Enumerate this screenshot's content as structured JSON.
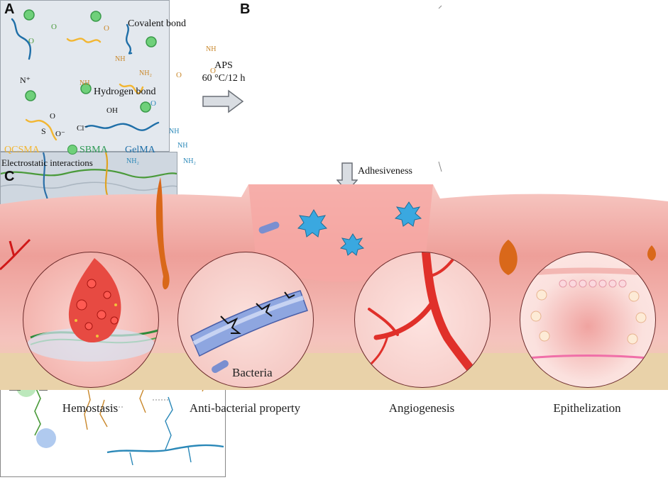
{
  "panels": {
    "a_letter": "A",
    "b_letter": "B",
    "c_letter": "C"
  },
  "legend": {
    "qcsma": "QCSMA",
    "sbma": "SBMA",
    "gelma": "GelMA"
  },
  "reaction": {
    "initiator": "APS",
    "conditions": "60 °C/12 h"
  },
  "chemistry": {
    "covalent": "Covalent bond",
    "hydrogen": "Hydrogen bond",
    "electrostatic": "Electrostatic interactions",
    "n_plus": "N⁺",
    "s": "S",
    "o_top": "O",
    "o_bottom": "O⁻",
    "cl": "Cl⁻",
    "oh": "OH",
    "nh_labels": [
      "NH",
      "NH",
      "NH",
      "NH",
      "NH"
    ],
    "nh2_labels": [
      "NH₂",
      "NH₂",
      "NH₂"
    ],
    "o_labels": [
      "O",
      "O",
      "O",
      "O",
      "O",
      "O"
    ]
  },
  "adhesiveness": "Adhesiveness",
  "bacteria_label": "Bacteria",
  "functions": {
    "hemostasis": "Hemostasis",
    "antibacterial": "Anti-bacterial property",
    "angiogenesis": "Angiogenesis",
    "epithelization": "Epithelization"
  },
  "colors": {
    "qcsma": "#f2b632",
    "sbma": "#5cc36b",
    "gelma": "#1f6fa8",
    "covalent_chain": "#4a9a3a",
    "hydrogen_chain": "#e0a321",
    "gelma_chain": "#2a88b8",
    "skin": "#f2b3ae",
    "blood": "#e0302a"
  }
}
